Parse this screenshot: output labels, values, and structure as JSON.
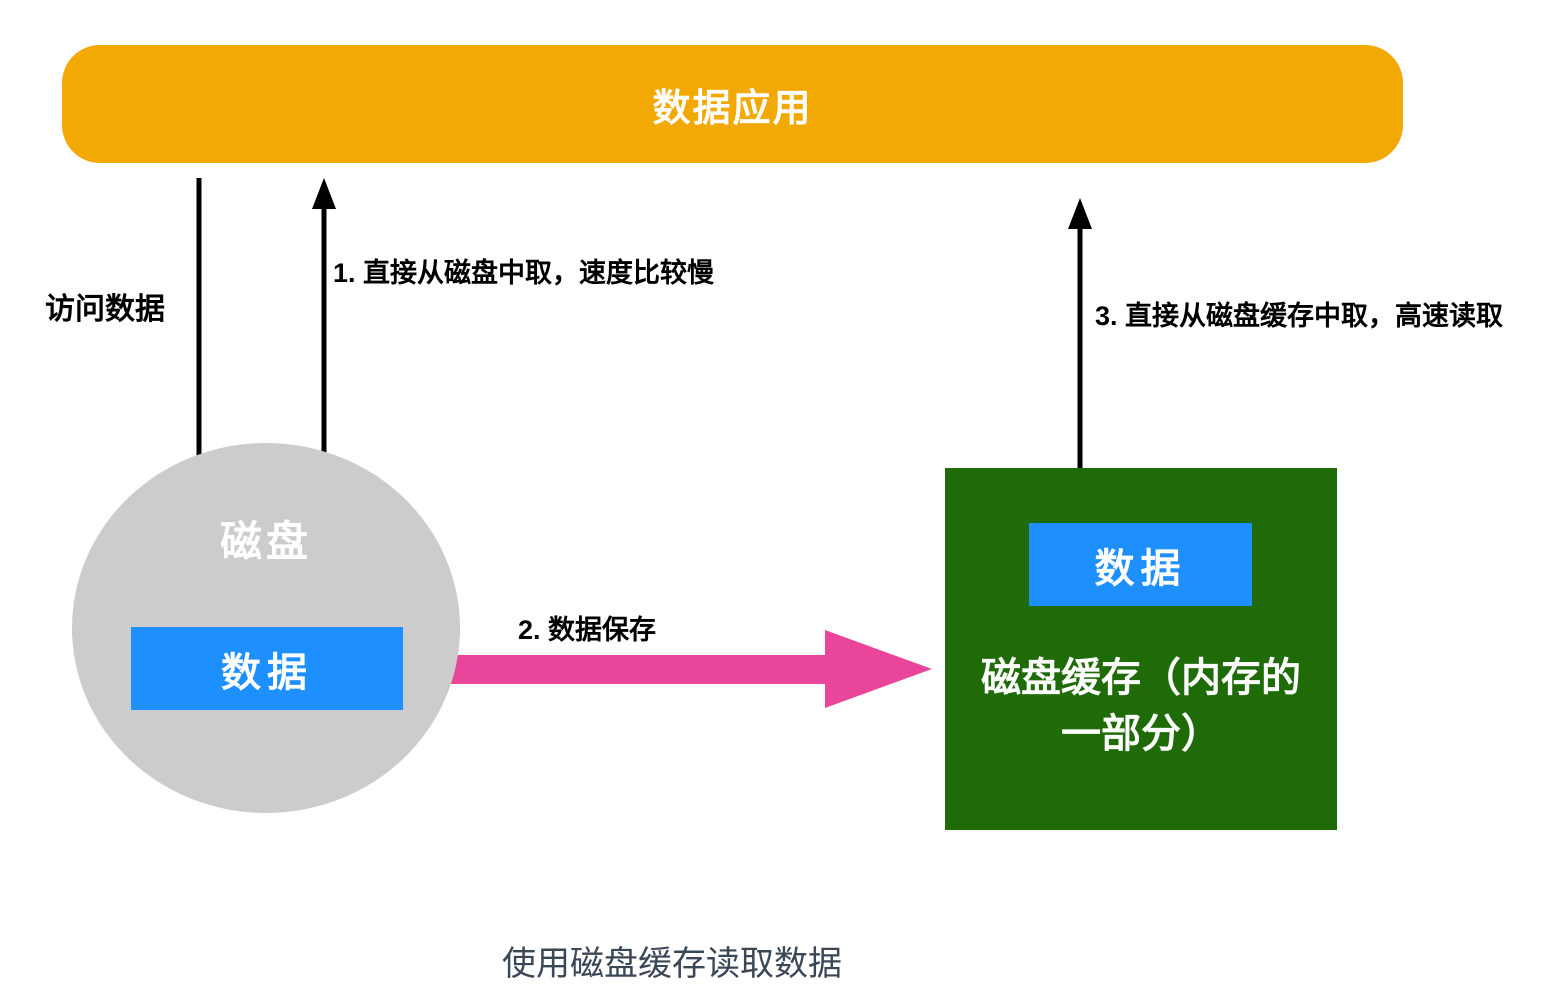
{
  "colors": {
    "banner": "#F2A903",
    "data_box": "#1E8FFF",
    "disk_circle": "#CCCCCC",
    "cache_box": "#1E6B08",
    "save_arrow": "#E8459B",
    "flow_arrow": "#000000",
    "caption_text": "#3A4757",
    "label_text": "#000000",
    "background": "#FFFFFF"
  },
  "nodes": {
    "app": {
      "label": "数据应用"
    },
    "disk": {
      "label": "磁盘",
      "data_label": "数据"
    },
    "cache": {
      "label": "磁盘缓存（内存的一部分）",
      "data_label": "数据"
    }
  },
  "arrows": {
    "access": {
      "label": "访问数据"
    },
    "step1": {
      "label": "1. 直接从磁盘中取，速度比较慢"
    },
    "step2": {
      "label": "2. 数据保存"
    },
    "step3": {
      "label": "3. 直接从磁盘缓存中取，高速读取"
    }
  },
  "caption": "使用磁盘缓存读取数据"
}
